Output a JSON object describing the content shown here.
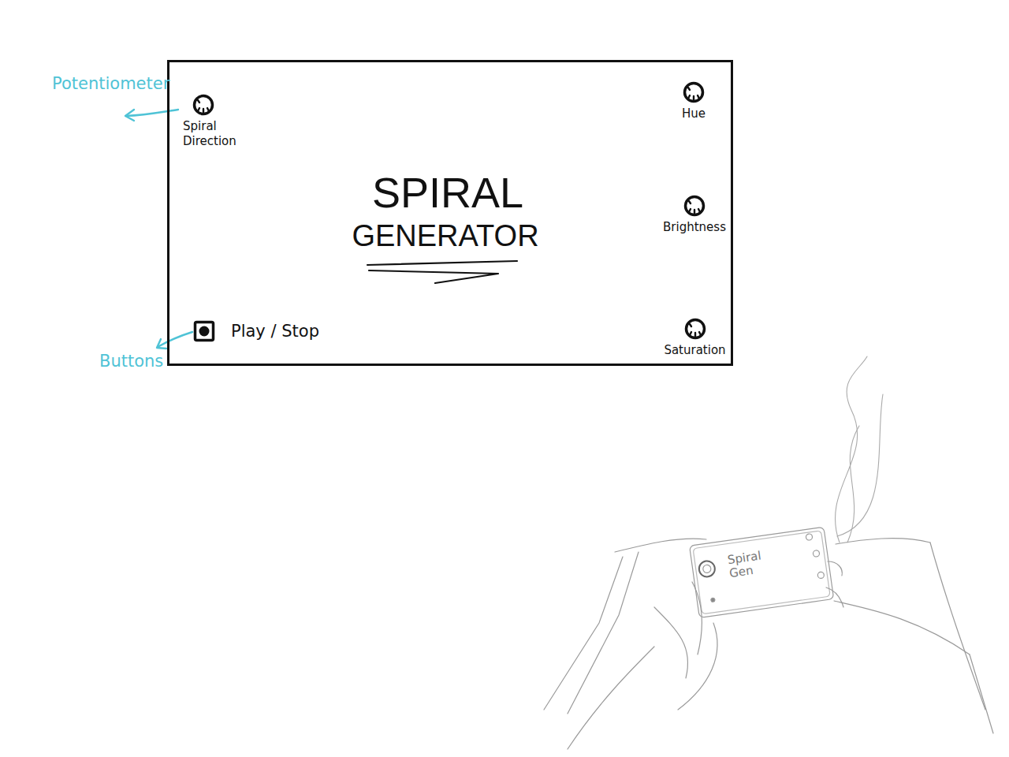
{
  "diagram": {
    "nodes": [
      {
        "text": [
          "SPIRAL",
          "GENERATOR"
        ]
      },
      {
        "text": [
          "Spiral Direction"
        ],
        "in": 0
      },
      {
        "text": [
          "Hue"
        ],
        "in": 0
      },
      {
        "text": [
          "Brightness"
        ],
        "in": 0
      },
      {
        "text": [
          "Saturation"
        ],
        "in": 0
      },
      {
        "text": [
          "Play / Stop"
        ],
        "in": 0
      }
    ],
    "labels": [
      "Potentiometer",
      "Buttons",
      "Spiral Gen"
    ]
  }
}
